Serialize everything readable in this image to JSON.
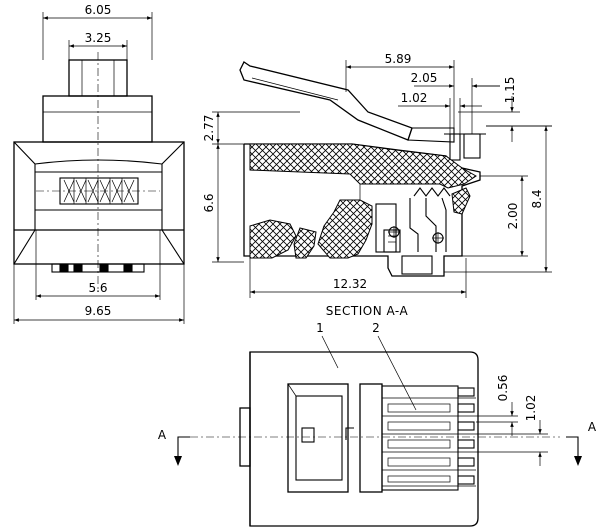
{
  "front_view": {
    "dim_top_width": "6.05",
    "dim_tab_width": "3.25",
    "dim_contact_span": "5.6",
    "dim_overall_width": "9.65"
  },
  "section_view": {
    "title": "SECTION A-A",
    "dim_latch_length": "5.89",
    "dim_2_05": "2.05",
    "dim_1_02": "1.02",
    "dim_1_15": "1.15",
    "dim_2_77": "2.77",
    "dim_6_6": "6.6",
    "dim_2_00": "2.00",
    "dim_8_4": "8.4",
    "dim_length": "12.32"
  },
  "top_view": {
    "callout_1": "1",
    "callout_2": "2",
    "dim_pitch_small": "0.56",
    "dim_pitch": "1.02",
    "section_mark_left": "A",
    "section_mark_right": "A"
  }
}
